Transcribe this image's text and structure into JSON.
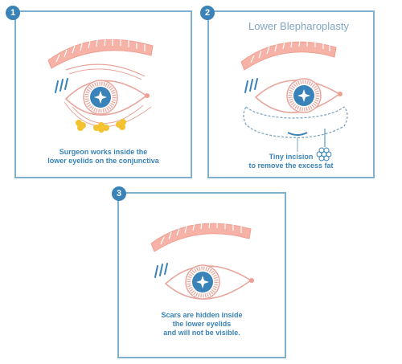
{
  "panels": [
    {
      "badge": "1",
      "caption_lines": [
        "Surgeon works inside the",
        "lower eyelids on the conjunctiva"
      ]
    },
    {
      "badge": "2",
      "title": "Lower Blepharoplasty",
      "caption_lines": [
        "Tiny incision",
        "to remove the excess fat"
      ]
    },
    {
      "badge": "3",
      "caption_lines": [
        "Scars are hidden inside",
        "the lower eyelids",
        "and will not be visible."
      ]
    }
  ],
  "colors": {
    "border": "#7fb0cf",
    "badge": "#3a83b8",
    "caption": "#3a83b8",
    "brow": "#ef9f92",
    "eye_outline": "#e8a59c",
    "iris": "#3a83b8",
    "lashes": "#3a83b8",
    "fat": "#f2c230",
    "incision_line": "#7fa6c4",
    "title": "#7fa6c4"
  }
}
